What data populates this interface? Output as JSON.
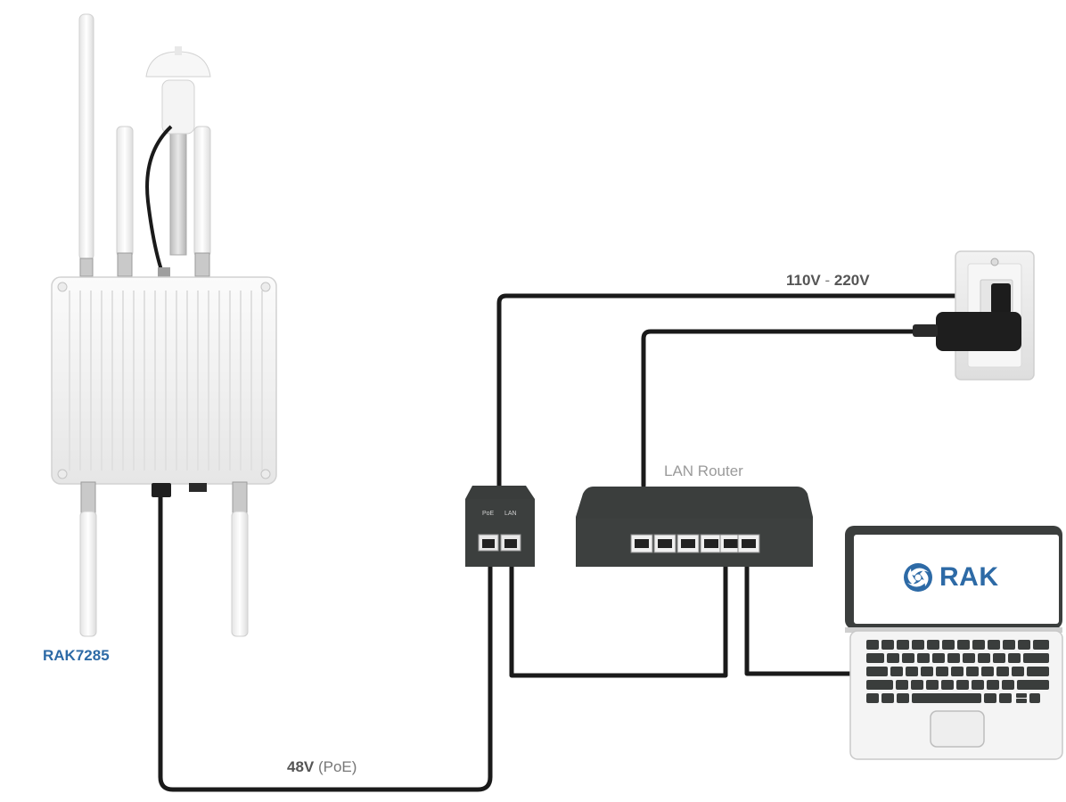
{
  "gateway": {
    "label": "RAK7285"
  },
  "poe_cable": {
    "voltage": "48V",
    "suffix": " (PoE)"
  },
  "mains": {
    "voltage_low": "110V",
    "sep": " - ",
    "voltage_high": "220V"
  },
  "router": {
    "label": "LAN Router"
  },
  "injector": {
    "port_poe": "PoE",
    "port_lan": "LAN"
  },
  "laptop": {
    "logo_text": "RAK"
  },
  "colors": {
    "brand_blue": "#2d6aa6",
    "label_gray": "#777777",
    "label_dark": "#555555",
    "cable": "#1a1a1a",
    "device_dark": "#3a3d3c"
  }
}
